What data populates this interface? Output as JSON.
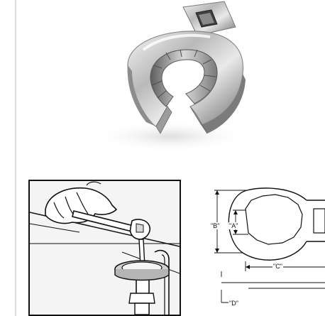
{
  "product": {
    "photo_icon": "crowfoot-flare-nut-wrench-photo",
    "illustration_icon": "ratchet-using-crowfoot-illustration"
  },
  "diagram": {
    "icon": "crowfoot-dimension-diagram",
    "labels": {
      "b": "\"B\"",
      "a": "\"A\"",
      "c": "\"C\"",
      "d": "\"D\""
    }
  },
  "colors": {
    "chrome_dark": "#5b5b5b",
    "chrome_light": "#f2f2f2",
    "outline": "#111111",
    "panel_bg": "#f4f4f4"
  }
}
